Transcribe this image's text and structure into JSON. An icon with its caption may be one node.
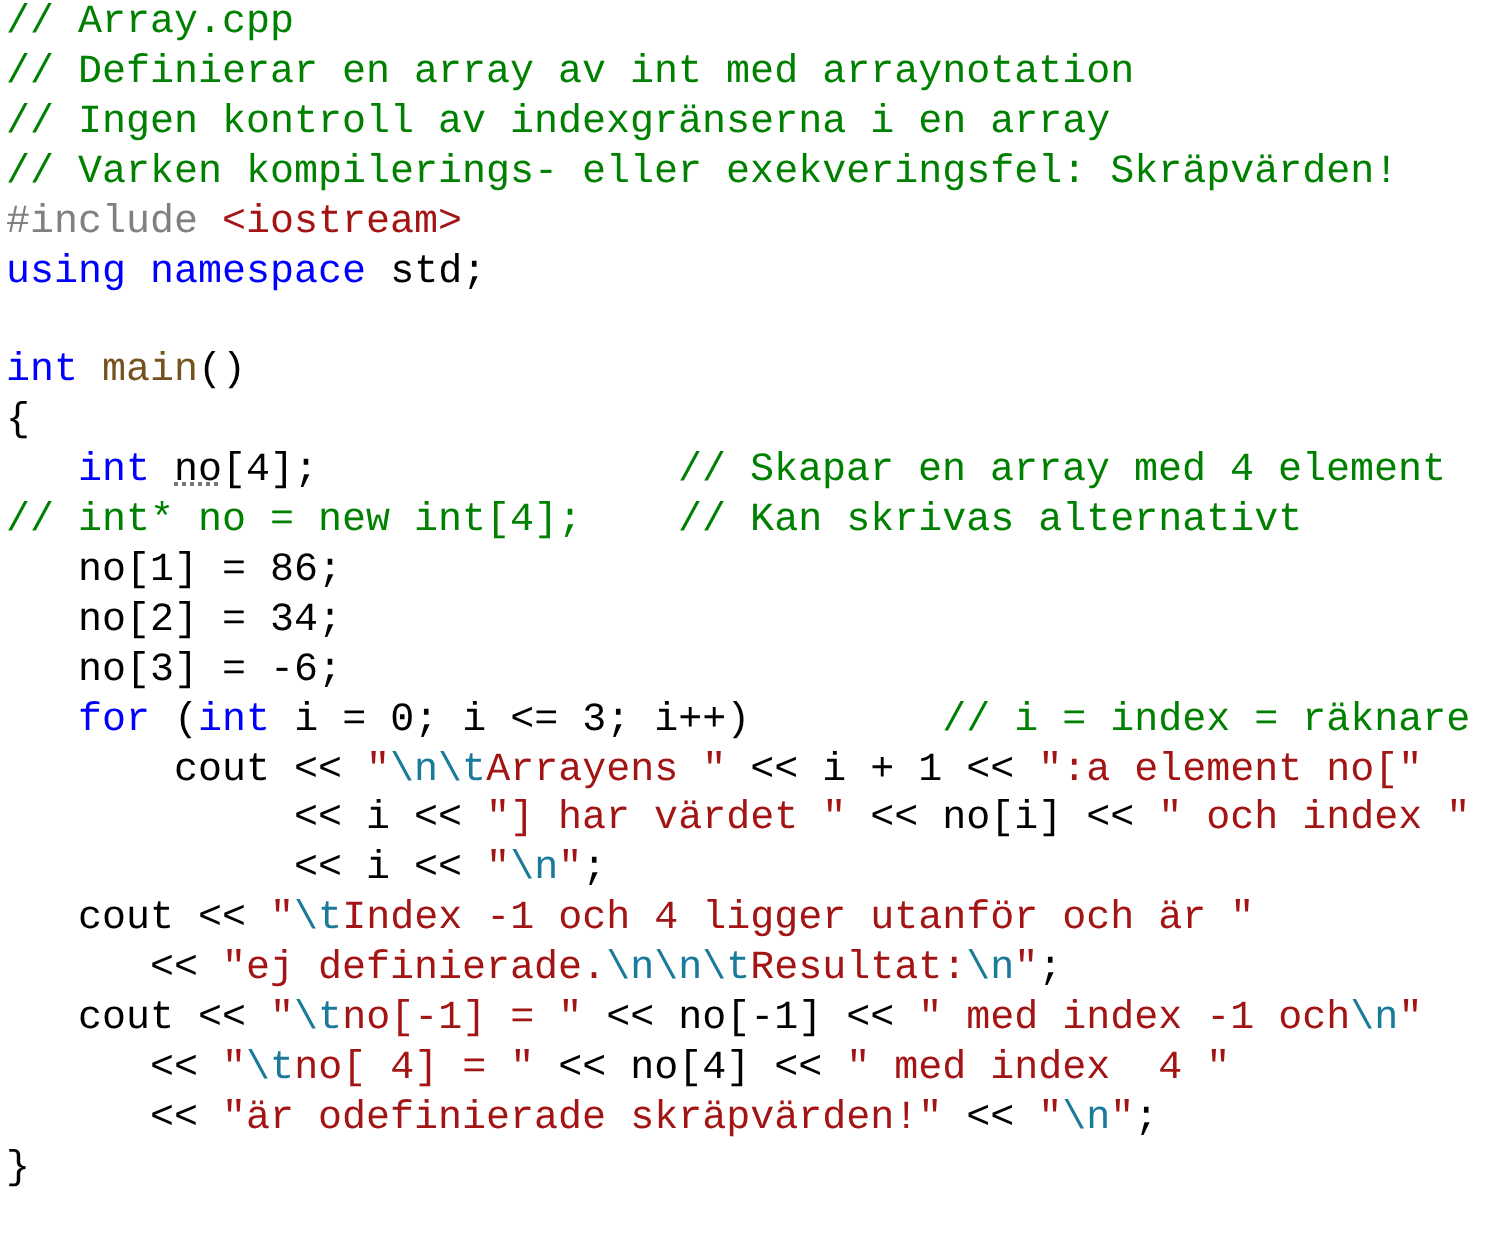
{
  "diagram": {
    "labels": [
      "// Array.cpp",
      "// Definierar en array av int med arraynotation",
      "// Ingen kontroll av indexgränserna i en array",
      "// Varken kompilerings- eller exekveringsfel: Skräpvärden!",
      "#include <iostream>",
      "using namespace std;",
      "int main()",
      "{",
      "int no[4];",
      "// Skapar en array med 4 element",
      "// int* no = new int[4];    // Kan skrivas alternativt",
      "   no[1] = 86;",
      "   no[2] = 34;",
      "   no[3] = -6;",
      "   for (int i = 0; i <= 3; i++)        // i = index = räknare",
      "       cout << \"\\n\\tArrayens \" << i + 1 << \":a element no[\"",
      "            << i << \"] har värdet \" << no[i] << \" och index \"",
      "            << i << \"\\n\";",
      "   cout << \"\\tIndex -1 och 4 ligger utanför och är \"",
      "      << \"ej definierade.\\n\\n\\tResultat:\\n\";",
      "   cout << \"\\tno[-1] = \" << no[-1] << \" med index -1 och\\n\"",
      "      << \"\\tno[ 4] = \" << no[4] << \" med index  4 \"",
      "      << \"är odefinierade skräpvärden!\" << \"\\n\";",
      "}"
    ]
  }
}
